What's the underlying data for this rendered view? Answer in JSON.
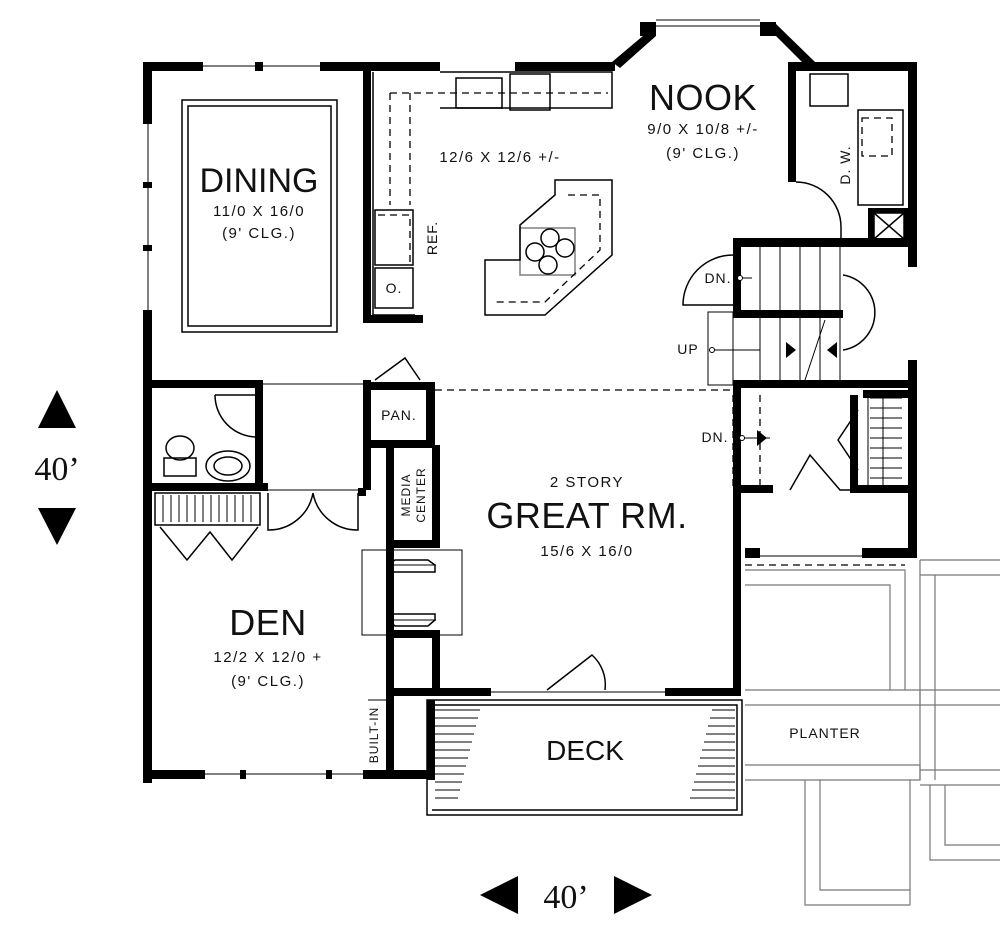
{
  "plan": {
    "overall_width": "40’",
    "overall_depth": "40’",
    "rooms": {
      "dining": {
        "name": "DINING",
        "size": "11/0 X 16/0",
        "ceiling": "(9' CLG.)"
      },
      "kitchen": {
        "size": "12/6 X 12/6 +/-"
      },
      "nook": {
        "name": "NOOK",
        "size": "9/0 X 10/8 +/-",
        "ceiling": "(9' CLG.)"
      },
      "great_room": {
        "note": "2 STORY",
        "name": "GREAT RM.",
        "size": "15/6 X 16/0"
      },
      "den": {
        "name": "DEN",
        "size": "12/2 X 12/0 +",
        "ceiling": "(9' CLG.)"
      },
      "deck": {
        "name": "DECK"
      },
      "planter": {
        "name": "PLANTER"
      }
    },
    "fixtures": {
      "ref": "REF.",
      "oven": "O.",
      "pantry": "PAN.",
      "media_line1": "MEDIA",
      "media_line2": "CENTER",
      "built_in": "BUILT-IN",
      "dishwasher": "D. W."
    },
    "stairs": {
      "down_upper": "DN.",
      "up": "UP",
      "down_lower": "DN."
    },
    "colors": {
      "walls": "#000000",
      "background": "#ffffff",
      "outside": "#777777"
    }
  }
}
